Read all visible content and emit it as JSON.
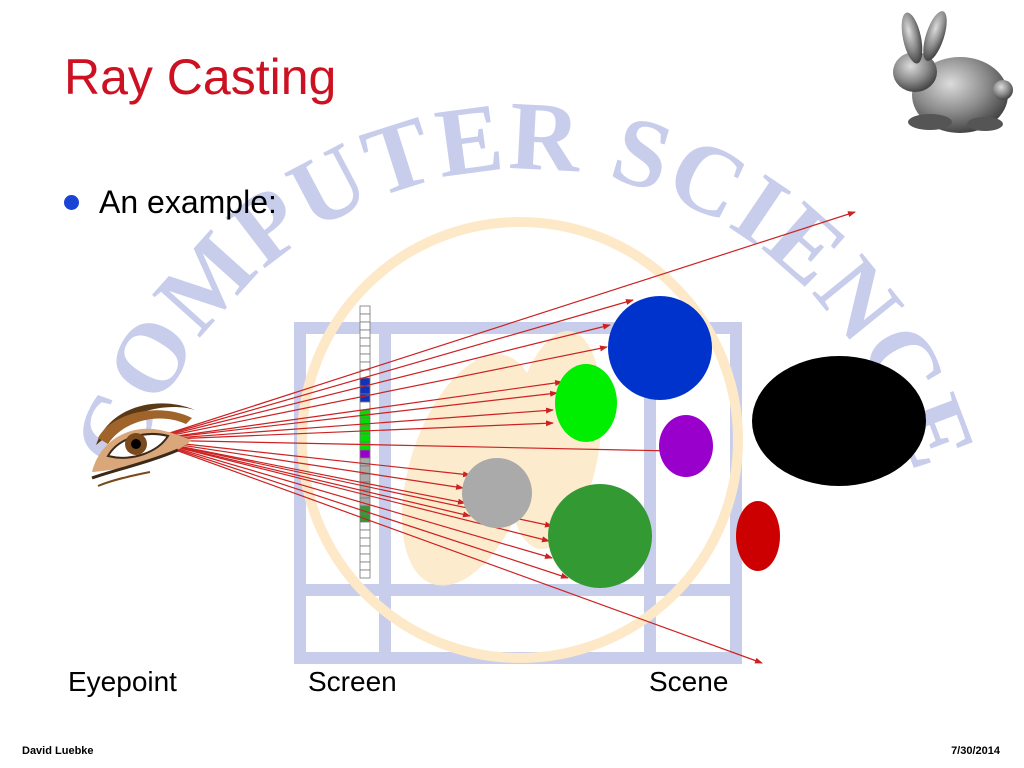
{
  "slide": {
    "title": "Ray Casting",
    "bullet": "An example:"
  },
  "diagram": {
    "labels": {
      "eyepoint": "Eyepoint",
      "screen": "Screen",
      "scene": "Scene"
    },
    "objects": [
      {
        "name": "blue-sphere",
        "color": "#0033cc"
      },
      {
        "name": "green-sphere",
        "color": "#00ee00"
      },
      {
        "name": "purple-sphere",
        "color": "#9900cc"
      },
      {
        "name": "gray-sphere",
        "color": "#aaaaaa"
      },
      {
        "name": "dark-green-sphere",
        "color": "#339933"
      },
      {
        "name": "red-sphere",
        "color": "#cc0000"
      },
      {
        "name": "black-ellipse",
        "color": "#000000"
      }
    ],
    "ray_color": "#cc2222",
    "screen_pixel_colors": [
      "#ffffff",
      "#ffffff",
      "#ffffff",
      "#ffffff",
      "#ffffff",
      "#ffffff",
      "#ffffff",
      "#ffffff",
      "#ffffff",
      "#1133bb",
      "#1133bb",
      "#1133bb",
      "#ffffff",
      "#00dd00",
      "#00dd00",
      "#00dd00",
      "#00dd00",
      "#00dd00",
      "#9900cc",
      "#aaaaaa",
      "#aaaaaa",
      "#aaaaaa",
      "#aaaaaa",
      "#aaaaaa",
      "#aaaaaa",
      "#339933",
      "#339933",
      "#ffffff",
      "#ffffff",
      "#ffffff",
      "#ffffff",
      "#ffffff",
      "#ffffff",
      "#ffffff"
    ],
    "watermark": {
      "text": "COMPUTER SCIENCE",
      "color": "#c7cdeb"
    },
    "icons": [
      "eye-icon",
      "bunny-icon"
    ]
  },
  "footer": {
    "author": "David Luebke",
    "date": "7/30/2014"
  }
}
